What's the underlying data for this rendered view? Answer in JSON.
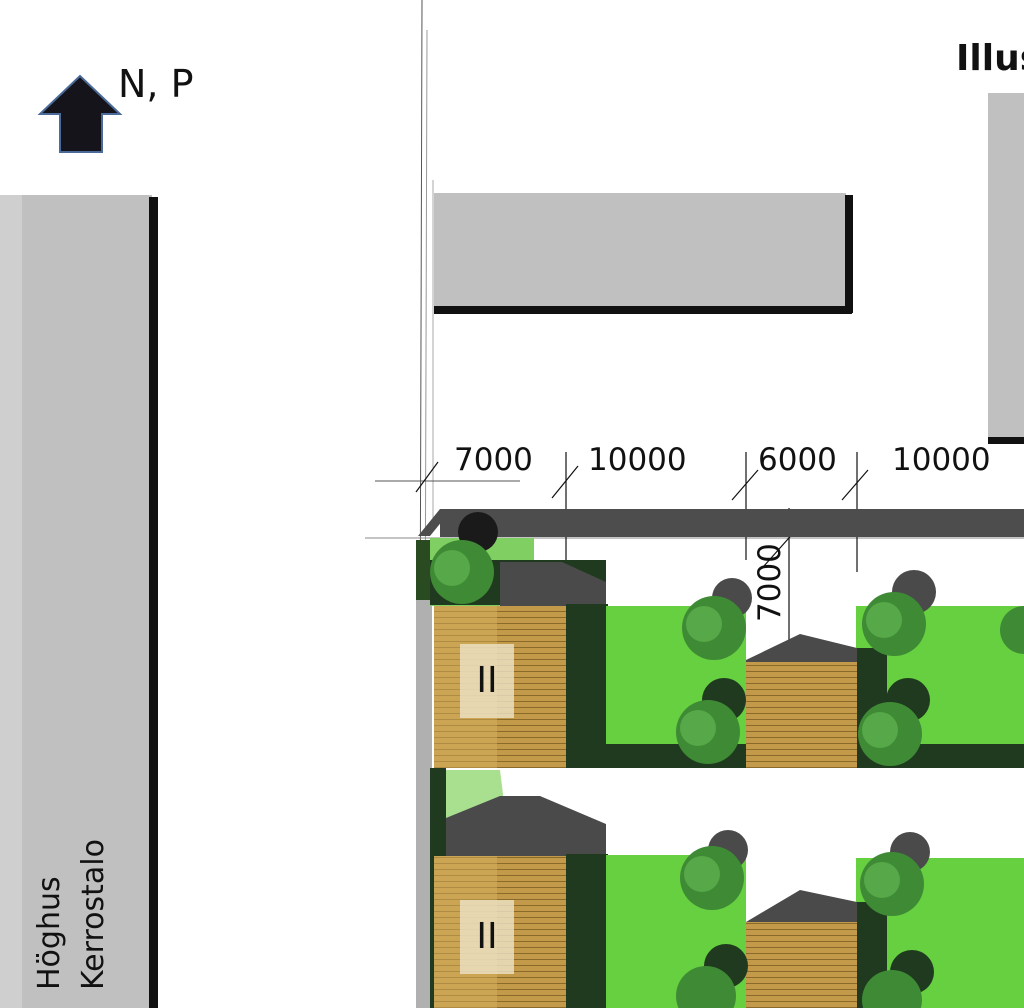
{
  "north_arrow": {
    "label": "N, P",
    "icon": "arrow-up-icon"
  },
  "title_fragment": "Illus",
  "building_label": {
    "line1": "Höghus",
    "line2": "Kerrostalo"
  },
  "dimensions": {
    "d1": "7000",
    "d2": "10000",
    "d3": "6000",
    "d4": "10000",
    "d_vertical": "7000"
  },
  "floor_counts": {
    "upper_row": "II",
    "lower_row": "II"
  },
  "colors": {
    "building_gray": "#c0c0c0",
    "shadow": "#1f3a1f",
    "lawn": "#66d040",
    "wood": "#c39a4a",
    "roof": "#4a4a4a",
    "arrow": "#14141a",
    "arrow_outline": "#4a6a9a"
  }
}
